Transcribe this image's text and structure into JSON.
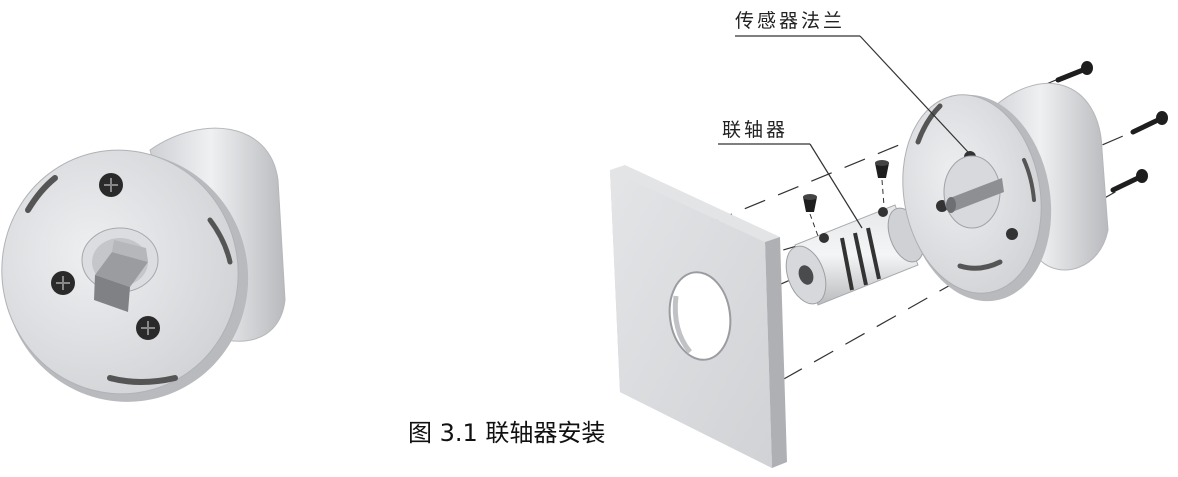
{
  "caption": "图 3.1 联轴器安装",
  "labels": {
    "sensor_flange": "传感器法兰",
    "coupling": "联轴器"
  },
  "colors": {
    "metal_light": "#e4e5e7",
    "metal_mid": "#c9cacd",
    "metal_dark": "#9a9ca0",
    "shaft": "#8d8f93",
    "screw": "#1e1e1e",
    "line": "#333333"
  },
  "icons": {
    "assembled": "sensor-flange-assembled-icon",
    "plate": "mounting-plate-icon",
    "coupling": "coupling-icon",
    "flange": "sensor-flange-icon",
    "screw": "screw-icon",
    "setscrew": "set-screw-icon"
  }
}
